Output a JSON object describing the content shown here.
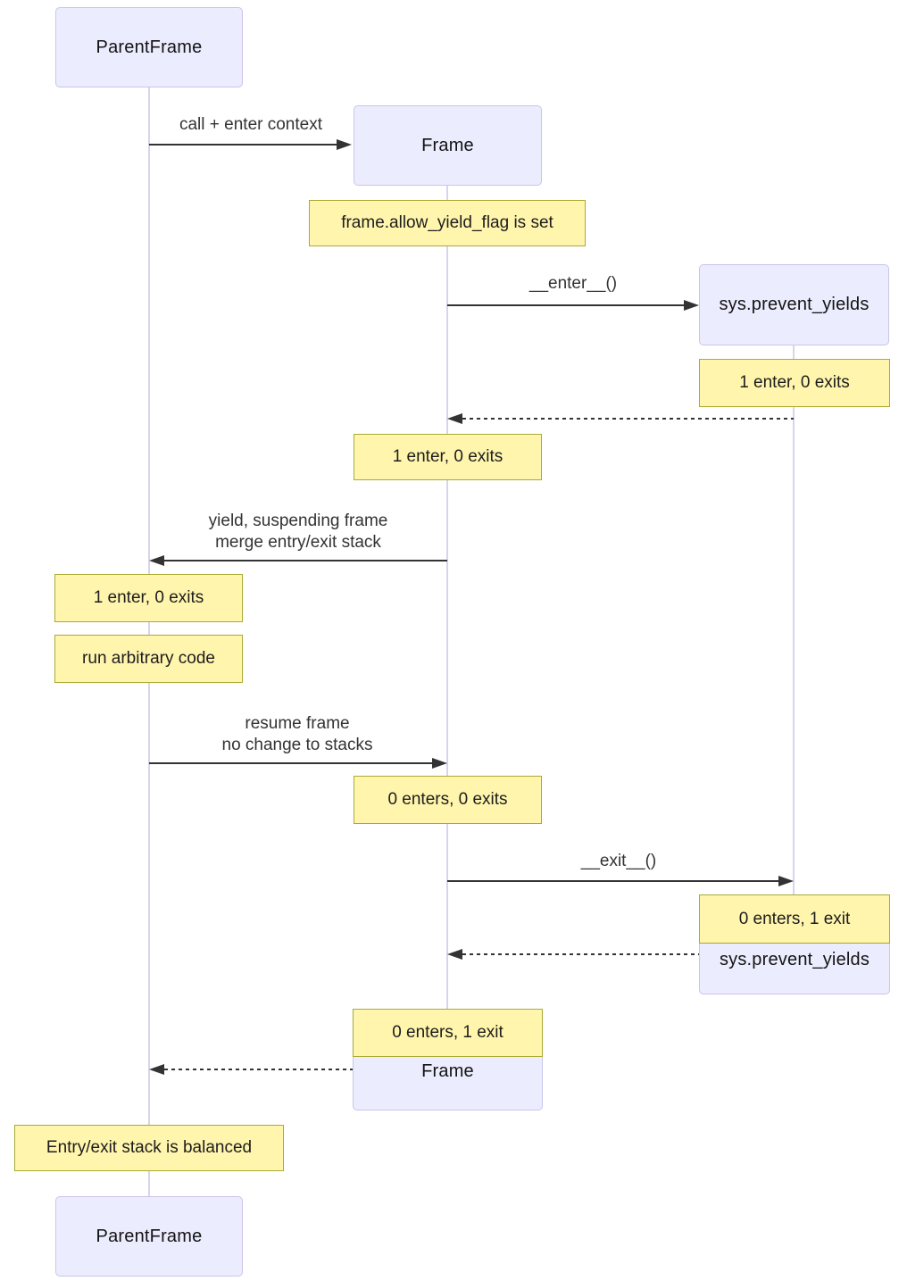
{
  "diagram": {
    "type": "sequence-diagram",
    "participants": {
      "parent_top": "ParentFrame",
      "frame_top": "Frame",
      "sys_top": "sys.prevent_yields",
      "sys_end": "sys.prevent_yields",
      "frame_end": "Frame",
      "parent_bottom": "ParentFrame"
    },
    "messages": {
      "call": "call + enter context",
      "enter": "__enter__()",
      "yield_line1": "yield, suspending frame",
      "yield_line2": "merge entry/exit stack",
      "resume_line1": "resume frame",
      "resume_line2": "no change to stacks",
      "exit": "__exit__()"
    },
    "notes": {
      "allow_yield": "frame.allow_yield_flag is set",
      "sys_enter": "1 enter, 0 exits",
      "frame_enter": "1 enter, 0 exits",
      "parent_enter": "1 enter, 0 exits",
      "run_code": "run arbitrary code",
      "frame_resume": "0 enters, 0 exits",
      "sys_exit": "0 enters, 1 exit",
      "frame_exit": "0 enters, 1 exit",
      "balanced": "Entry/exit stack is balanced"
    },
    "colors": {
      "participant_fill": "#ECECFF",
      "participant_border": "#C9C5E8",
      "note_fill": "#FFF5AD",
      "note_border": "#AAAA33",
      "lifeline": "#D8D4EE",
      "message": "#333333",
      "background": "#FFFFFF"
    }
  }
}
